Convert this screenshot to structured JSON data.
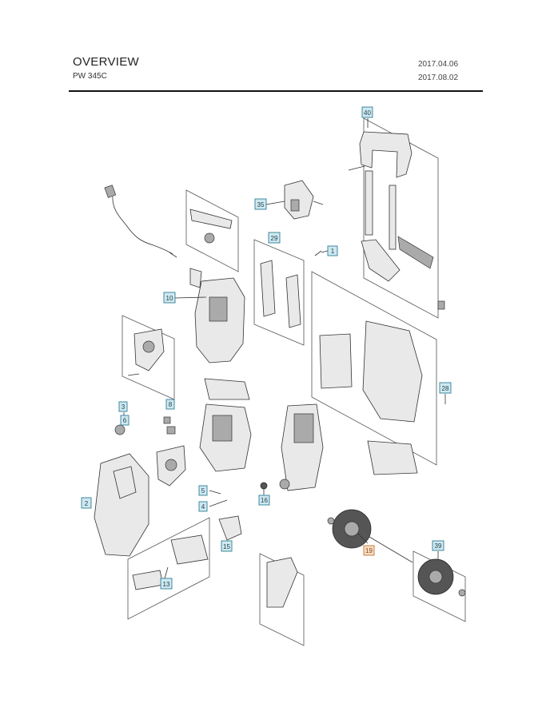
{
  "header": {
    "title": "OVERVIEW",
    "model": "PW 345C",
    "date_created": "2017.04.06",
    "date_revised": "2017.08.02"
  },
  "callouts": [
    {
      "id": "40",
      "label": "40"
    },
    {
      "id": "35",
      "label": "35"
    },
    {
      "id": "29",
      "label": "29"
    },
    {
      "id": "1",
      "label": "1"
    },
    {
      "id": "10",
      "label": "10"
    },
    {
      "id": "28",
      "label": "28"
    },
    {
      "id": "3",
      "label": "3"
    },
    {
      "id": "6",
      "label": "6"
    },
    {
      "id": "8",
      "label": "8"
    },
    {
      "id": "5",
      "label": "5"
    },
    {
      "id": "4",
      "label": "4"
    },
    {
      "id": "2",
      "label": "2"
    },
    {
      "id": "16",
      "label": "16"
    },
    {
      "id": "15",
      "label": "15"
    },
    {
      "id": "19",
      "label": "19",
      "highlight": true
    },
    {
      "id": "39",
      "label": "39"
    },
    {
      "id": "13",
      "label": "13"
    }
  ],
  "colors": {
    "callout_fill": "#cfe8ef",
    "callout_stroke": "#2f7f97",
    "highlight_fill": "#f7dcc4",
    "highlight_stroke": "#c8742f"
  }
}
